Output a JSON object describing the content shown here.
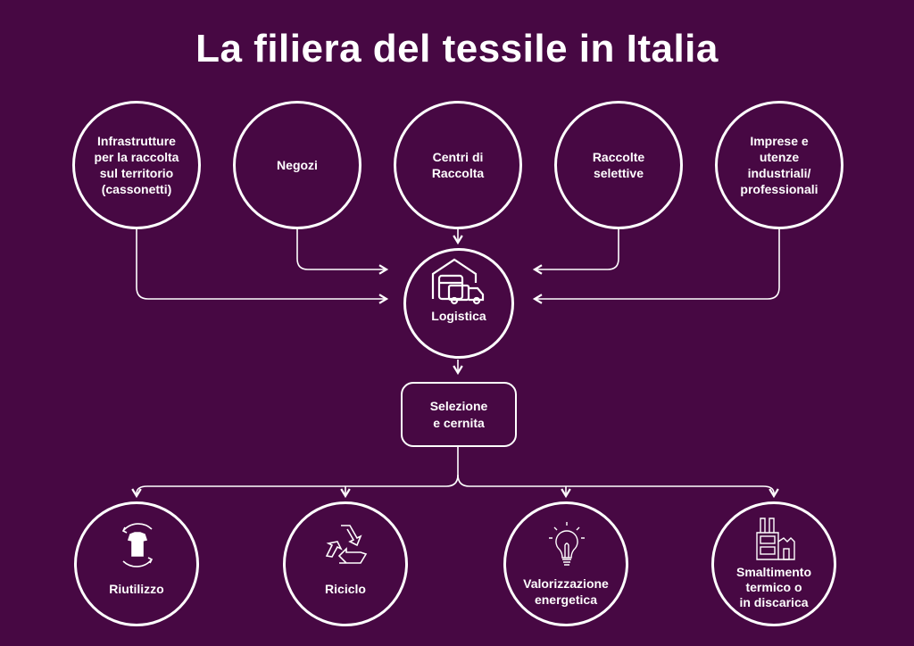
{
  "title": "La filiera del tessile in Italia",
  "sources": [
    {
      "label": "Infrastrutture per la raccolta sul territorio (cassonetti)",
      "lines": [
        "Infrastrutture",
        "per la raccolta",
        "sul territorio",
        "(cassonetti)"
      ]
    },
    {
      "label": "Negozi",
      "lines": [
        "Negozi"
      ]
    },
    {
      "label": "Centri di Raccolta",
      "lines": [
        "Centri di",
        "Raccolta"
      ]
    },
    {
      "label": "Raccolte selettive",
      "lines": [
        "Raccolte",
        "selettive"
      ]
    },
    {
      "label": "Imprese e utenze industriali/ professionali",
      "lines": [
        "Imprese e",
        "utenze",
        "industriali/",
        "professionali"
      ]
    }
  ],
  "logistics": {
    "label": "Logistica",
    "icon": "warehouse-truck-icon"
  },
  "selection": {
    "lines": [
      "Selezione",
      "e cernita"
    ]
  },
  "outcomes": [
    {
      "lines": [
        "Riutilizzo"
      ],
      "icon": "tshirt-reuse-icon"
    },
    {
      "lines": [
        "Riciclo"
      ],
      "icon": "recycle-icon"
    },
    {
      "lines": [
        "Valorizzazione",
        "energetica"
      ],
      "icon": "lightbulb-icon"
    },
    {
      "lines": [
        "Smaltimento",
        "termico o",
        "in discarica"
      ],
      "icon": "factory-icon"
    }
  ],
  "colors": {
    "background": "#470843",
    "foreground": "#ffffff"
  }
}
